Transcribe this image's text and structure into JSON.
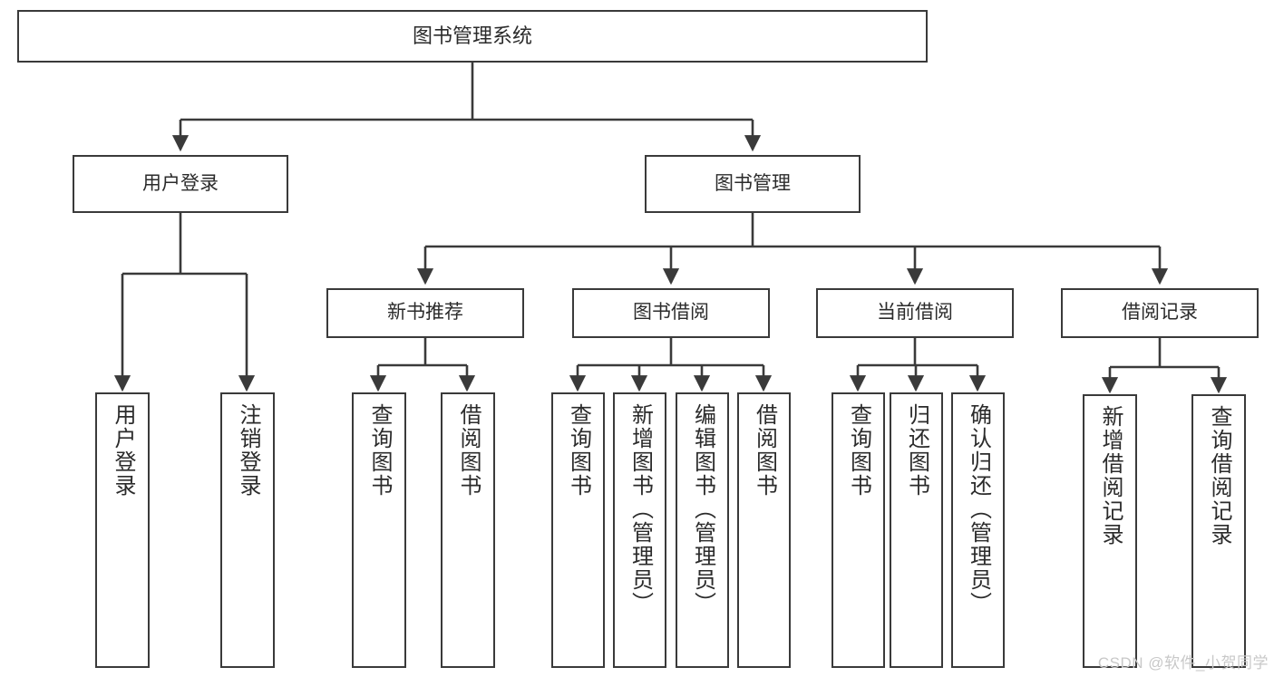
{
  "diagram": {
    "title": "图书管理系统",
    "watermark": "CSDN @软件_小贺同学",
    "line_color": "#3a3a3a",
    "box_fill": "#ffffff",
    "text_color": "#2b2b2b",
    "watermark_color": "#c8c8c8"
  },
  "nodes": {
    "root": {
      "label": "图书管理系统"
    },
    "level1": [
      {
        "label": "用户登录"
      },
      {
        "label": "图书管理"
      }
    ],
    "level2": [
      {
        "label": "新书推荐"
      },
      {
        "label": "图书借阅"
      },
      {
        "label": "当前借阅"
      },
      {
        "label": "借阅记录"
      }
    ],
    "leaves": {
      "user_login": [
        {
          "label": "用户登录"
        },
        {
          "label": "注销登录"
        }
      ],
      "new_book": [
        {
          "label": "查询图书"
        },
        {
          "label": "借阅图书"
        }
      ],
      "book_borrow": [
        {
          "label": "查询图书"
        },
        {
          "label": "新增图书（管理员）"
        },
        {
          "label": "编辑图书（管理员）"
        },
        {
          "label": "借阅图书"
        }
      ],
      "current_borrow": [
        {
          "label": "查询图书"
        },
        {
          "label": "归还图书"
        },
        {
          "label": "确认归还（管理员）"
        }
      ],
      "borrow_record": [
        {
          "label": "新增借阅记录"
        },
        {
          "label": "查询借阅记录"
        }
      ]
    }
  }
}
